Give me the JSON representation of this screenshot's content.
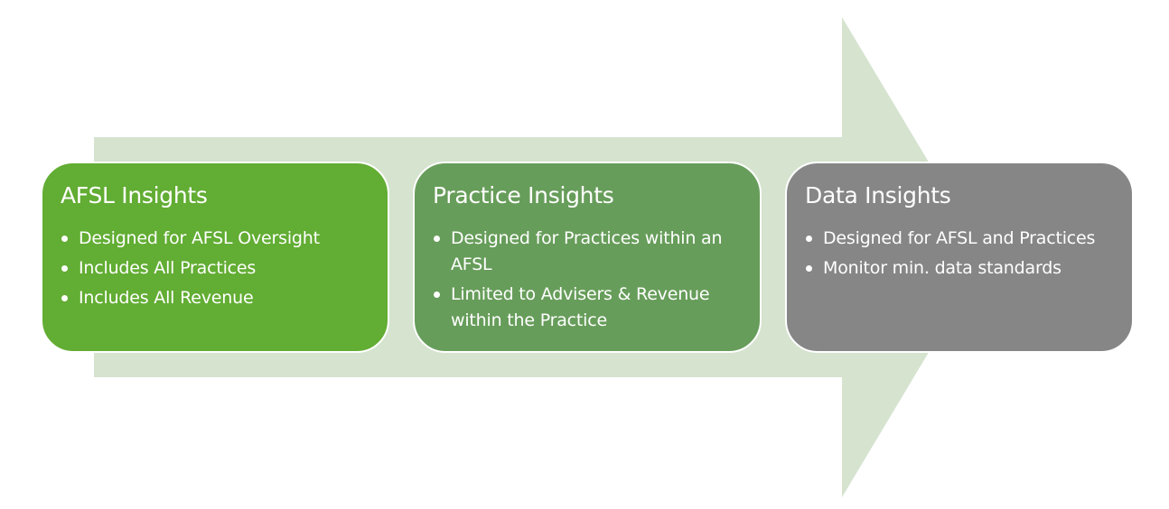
{
  "diagram": {
    "type": "process-arrow",
    "colors": {
      "arrow": "#D5E3CF",
      "border": "#FFFFFF",
      "text": "#FFFFFF"
    },
    "steps": [
      {
        "title": "AFSL Insights",
        "color": "#62AD33",
        "bullets": [
          "Designed for AFSL Oversight",
          "Includes All Practices",
          "Includes All Revenue"
        ]
      },
      {
        "title": "Practice Insights",
        "color": "#679D5A",
        "bullets": [
          "Designed for Practices within an AFSL",
          "Limited to Advisers & Revenue within the Practice"
        ]
      },
      {
        "title": "Data Insights",
        "color": "#868686",
        "bullets": [
          "Designed for AFSL and Practices",
          "Monitor min. data standards"
        ]
      }
    ]
  }
}
